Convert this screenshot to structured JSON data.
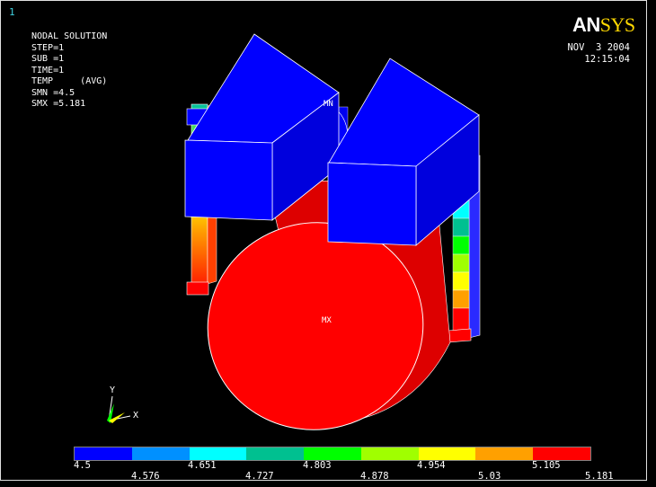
{
  "window": {
    "number": "1"
  },
  "solution": {
    "title": "NODAL SOLUTION",
    "lines": [
      "STEP=1",
      "SUB =1",
      "TIME=1",
      "TEMP     (AVG)",
      "SMN =4.5",
      "SMX =5.181"
    ]
  },
  "logo": {
    "text_a": "AN",
    "text_b": "SYS"
  },
  "datetime": {
    "date": "NOV  3 2004",
    "time": "12:15:04"
  },
  "labels": {
    "min": "MN",
    "max": "MX",
    "axis_x": "X",
    "axis_y": "Y"
  },
  "legend": {
    "colors": [
      "#0000ff",
      "#0090ff",
      "#00ffff",
      "#00c090",
      "#00ff00",
      "#a0ff00",
      "#ffff00",
      "#ffa000",
      "#ff0000"
    ],
    "ticks_top": [
      "4.5",
      "4.651",
      "4.803",
      "4.954",
      "5.105"
    ],
    "ticks_bottom": [
      "4.576",
      "4.727",
      "4.878",
      "5.03",
      "5.181"
    ]
  }
}
